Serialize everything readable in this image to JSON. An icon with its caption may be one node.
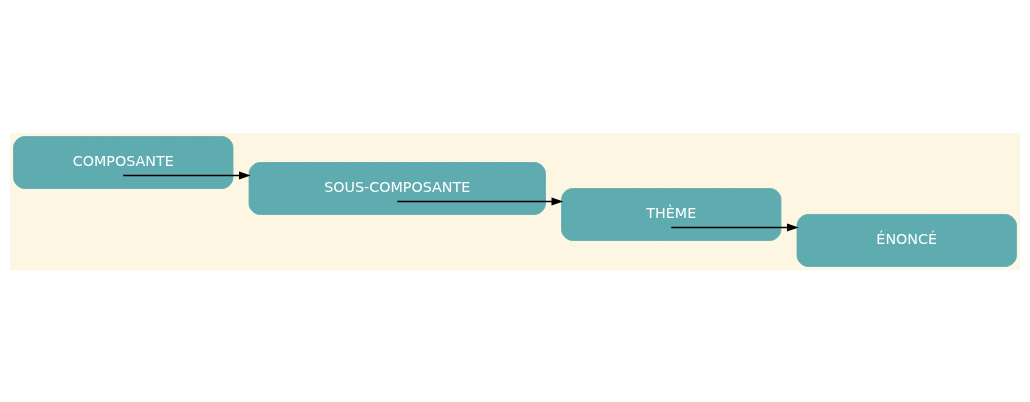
{
  "diagram": {
    "nodes": [
      {
        "text": [
          "COMPOSANTE"
        ]
      },
      {
        "text": [
          "SOUS-COMPOSANTE"
        ]
      },
      {
        "text": [
          "THÈME"
        ]
      },
      {
        "text": [
          "ÉNONCÉ"
        ]
      }
    ],
    "edges": [
      {
        "from": 0,
        "to": 1,
        "arrow": "to"
      },
      {
        "from": 1,
        "to": 2,
        "arrow": "to"
      },
      {
        "from": 2,
        "to": 3,
        "arrow": "to"
      }
    ]
  }
}
